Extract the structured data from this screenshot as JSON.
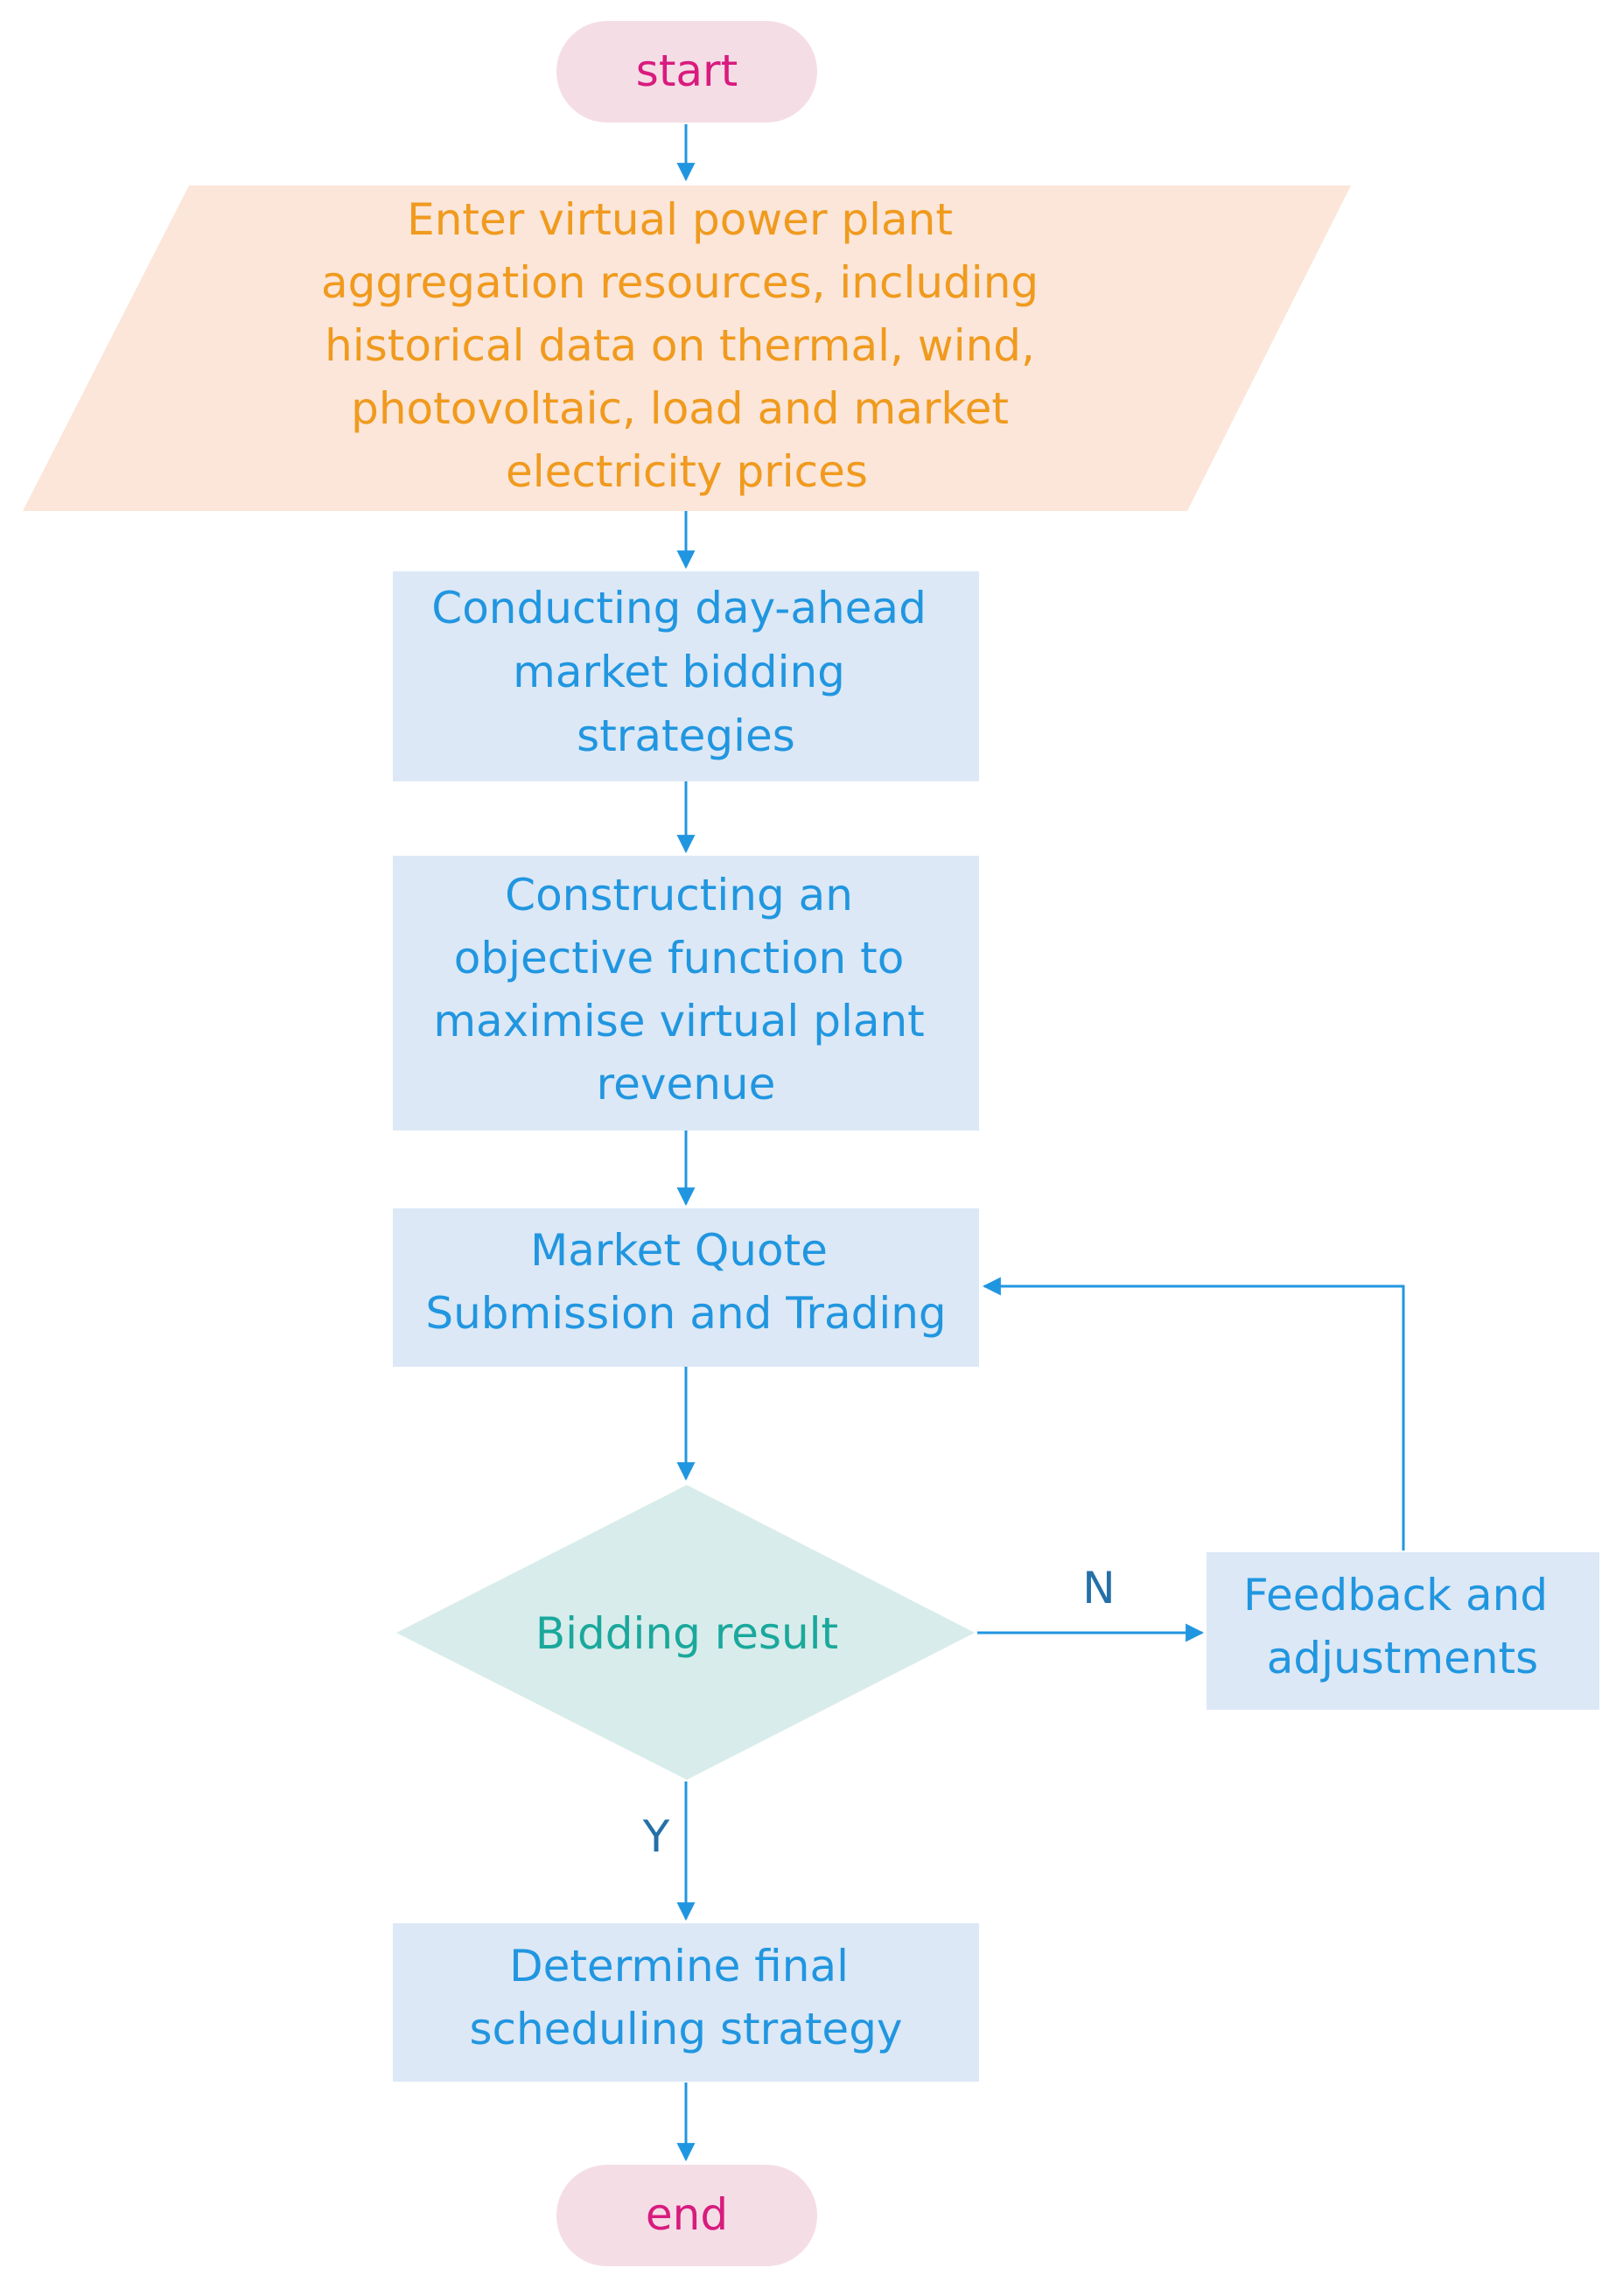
{
  "colors": {
    "terminal_fill": "#F5DDE6",
    "terminal_text": "#D81B7E",
    "input_fill": "#FBE6D9",
    "input_text": "#F09A1E",
    "process_fill": "#DCE8F6",
    "process_text": "#2196E0",
    "decision_fill": "#D8ECEB",
    "decision_text": "#1AA89C",
    "arrow": "#2196E0",
    "branch_label": "#2470A8"
  },
  "nodes": {
    "start": {
      "label": "start"
    },
    "input": {
      "lines": [
        "Enter virtual power plant",
        "aggregation resources, including",
        "historical data on thermal, wind,",
        "photovoltaic, load and market",
        "electricity prices"
      ]
    },
    "step1": {
      "lines": [
        "Conducting day-ahead",
        "market bidding",
        "strategies"
      ]
    },
    "step2": {
      "lines": [
        "Constructing an",
        "objective function to",
        "maximise virtual plant",
        "revenue"
      ]
    },
    "step3": {
      "lines": [
        "Market Quote",
        "Submission and Trading"
      ]
    },
    "decision": {
      "label": "Bidding result"
    },
    "feedback": {
      "lines": [
        "Feedback and",
        "adjustments"
      ]
    },
    "step4": {
      "lines": [
        "Determine final",
        "scheduling strategy"
      ]
    },
    "end": {
      "label": "end"
    }
  },
  "branches": {
    "no": "N",
    "yes": "Y"
  }
}
